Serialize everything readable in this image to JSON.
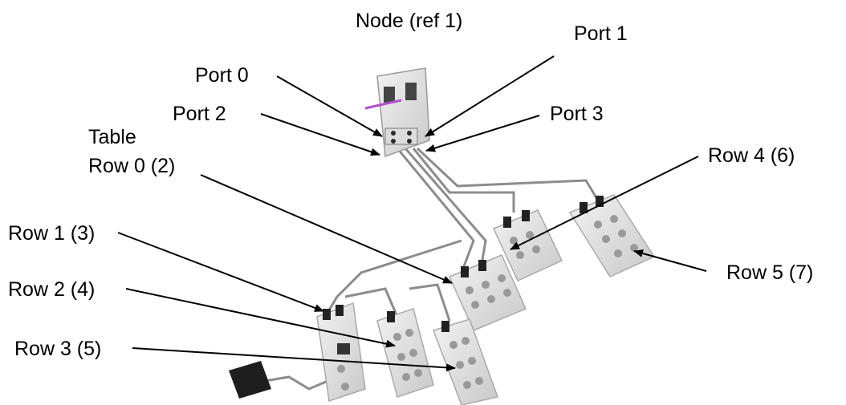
{
  "labels": {
    "node": "Node (ref 1)",
    "port0": "Port 0",
    "port1": "Port 1",
    "port2": "Port 2",
    "port3": "Port 3",
    "table": "Table",
    "row0": "Row 0 (2)",
    "row1": "Row 1 (3)",
    "row2": "Row 2 (4)",
    "row3": "Row 3 (5)",
    "row4": "Row 4 (6)",
    "row5": "Row 5 (7)"
  }
}
